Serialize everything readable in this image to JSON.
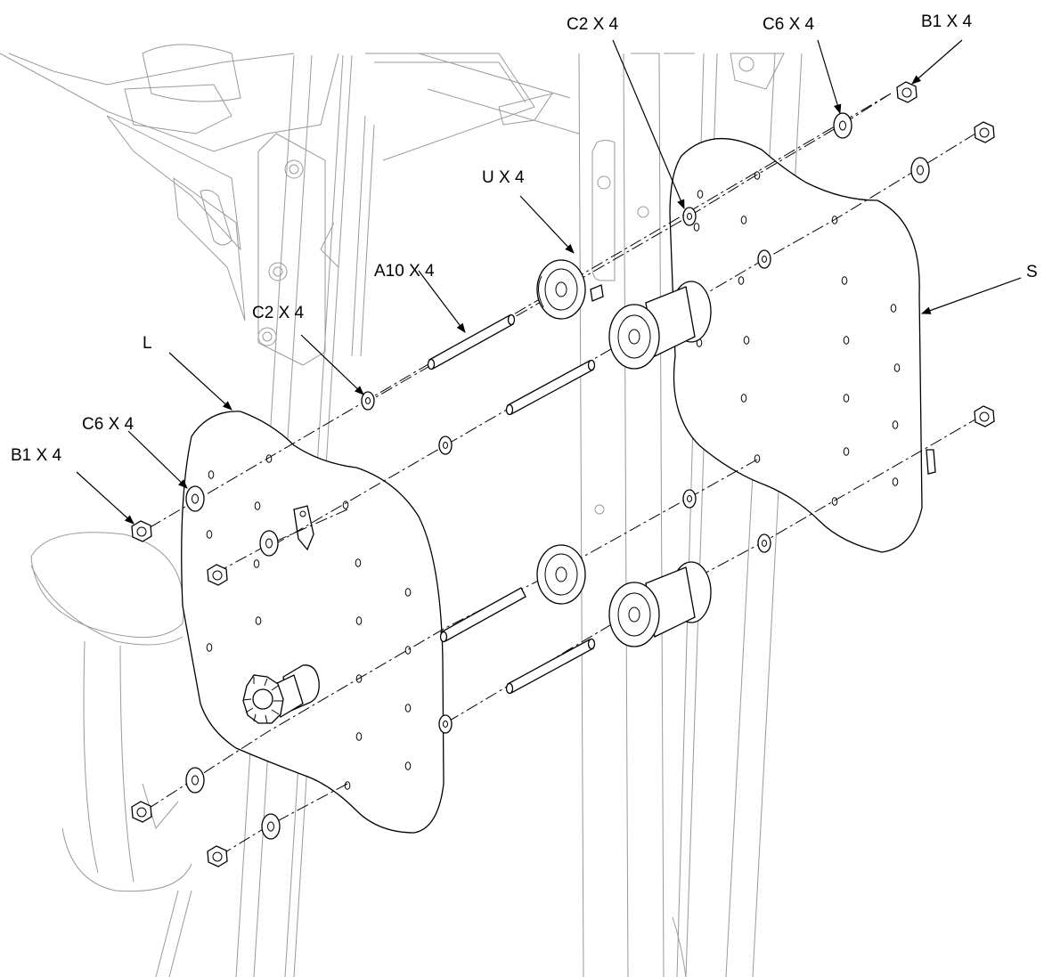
{
  "callouts": {
    "c2_top": "C2 X 4",
    "c6_top": "C6 X 4",
    "b1_top": "B1 X 4",
    "u": "U X 4",
    "s": "S",
    "a10": "A10 X 4",
    "c2_left": "C2 X 4",
    "l": "L",
    "c6_left": "C6 X 4",
    "b1_left": "B1 X 4"
  },
  "colors": {
    "line": "#000000",
    "background_frame": "#9a9a9a",
    "background": "#ffffff"
  }
}
